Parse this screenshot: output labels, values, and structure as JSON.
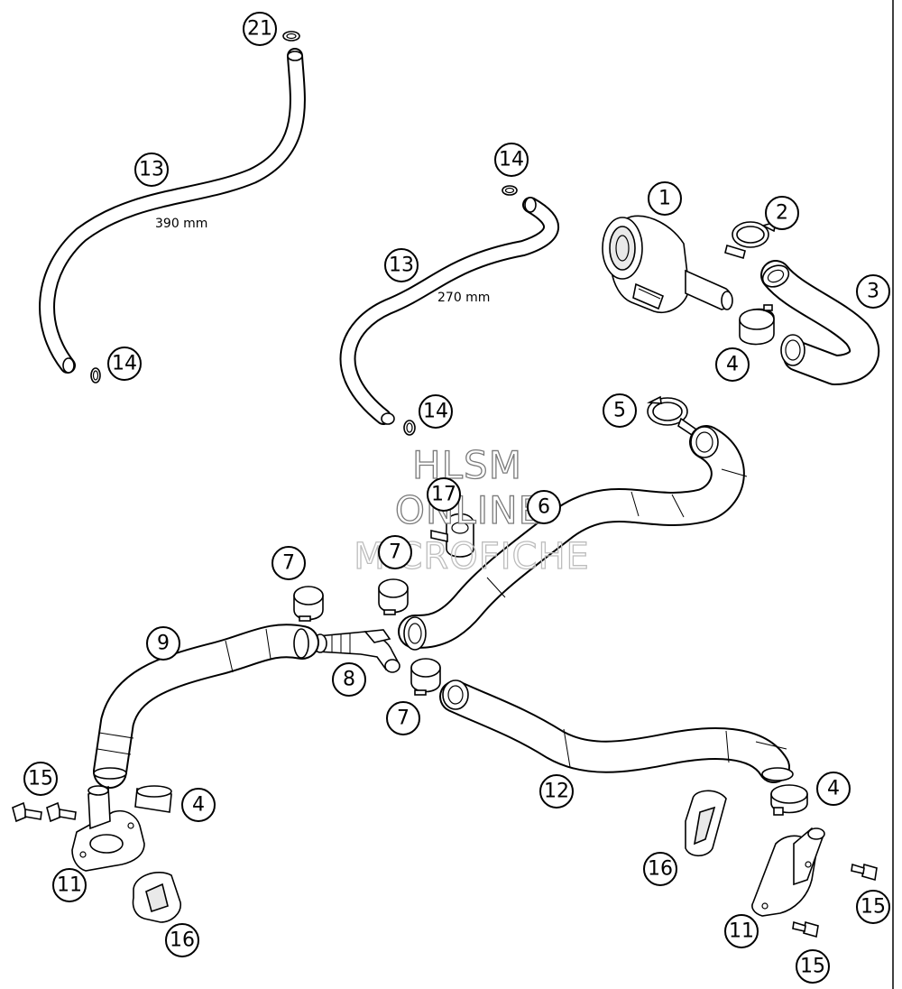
{
  "watermark": {
    "line1": "HLSM",
    "line2": "ONLINE",
    "line3": "MICROFICHE"
  },
  "dimensions": {
    "hose_long": "390 mm",
    "hose_short": "270 mm"
  },
  "callouts": [
    {
      "id": "c21a",
      "label": "21"
    },
    {
      "id": "c13a",
      "label": "13"
    },
    {
      "id": "c14a",
      "label": "14"
    },
    {
      "id": "c14b",
      "label": "14"
    },
    {
      "id": "c13b",
      "label": "13"
    },
    {
      "id": "c14c",
      "label": "14"
    },
    {
      "id": "c1",
      "label": "1"
    },
    {
      "id": "c2",
      "label": "2"
    },
    {
      "id": "c3",
      "label": "3"
    },
    {
      "id": "c4a",
      "label": "4"
    },
    {
      "id": "c5",
      "label": "5"
    },
    {
      "id": "c17",
      "label": "17"
    },
    {
      "id": "c6",
      "label": "6"
    },
    {
      "id": "c7a",
      "label": "7"
    },
    {
      "id": "c7b",
      "label": "7"
    },
    {
      "id": "c9",
      "label": "9"
    },
    {
      "id": "c8",
      "label": "8"
    },
    {
      "id": "c7c",
      "label": "7"
    },
    {
      "id": "c12",
      "label": "12"
    },
    {
      "id": "c15a",
      "label": "15"
    },
    {
      "id": "c4b",
      "label": "4"
    },
    {
      "id": "c11a",
      "label": "11"
    },
    {
      "id": "c16a",
      "label": "16"
    },
    {
      "id": "c4c",
      "label": "4"
    },
    {
      "id": "c16b",
      "label": "16"
    },
    {
      "id": "c15b",
      "label": "15"
    },
    {
      "id": "c11b",
      "label": "11"
    },
    {
      "id": "c15c",
      "label": "15"
    }
  ]
}
